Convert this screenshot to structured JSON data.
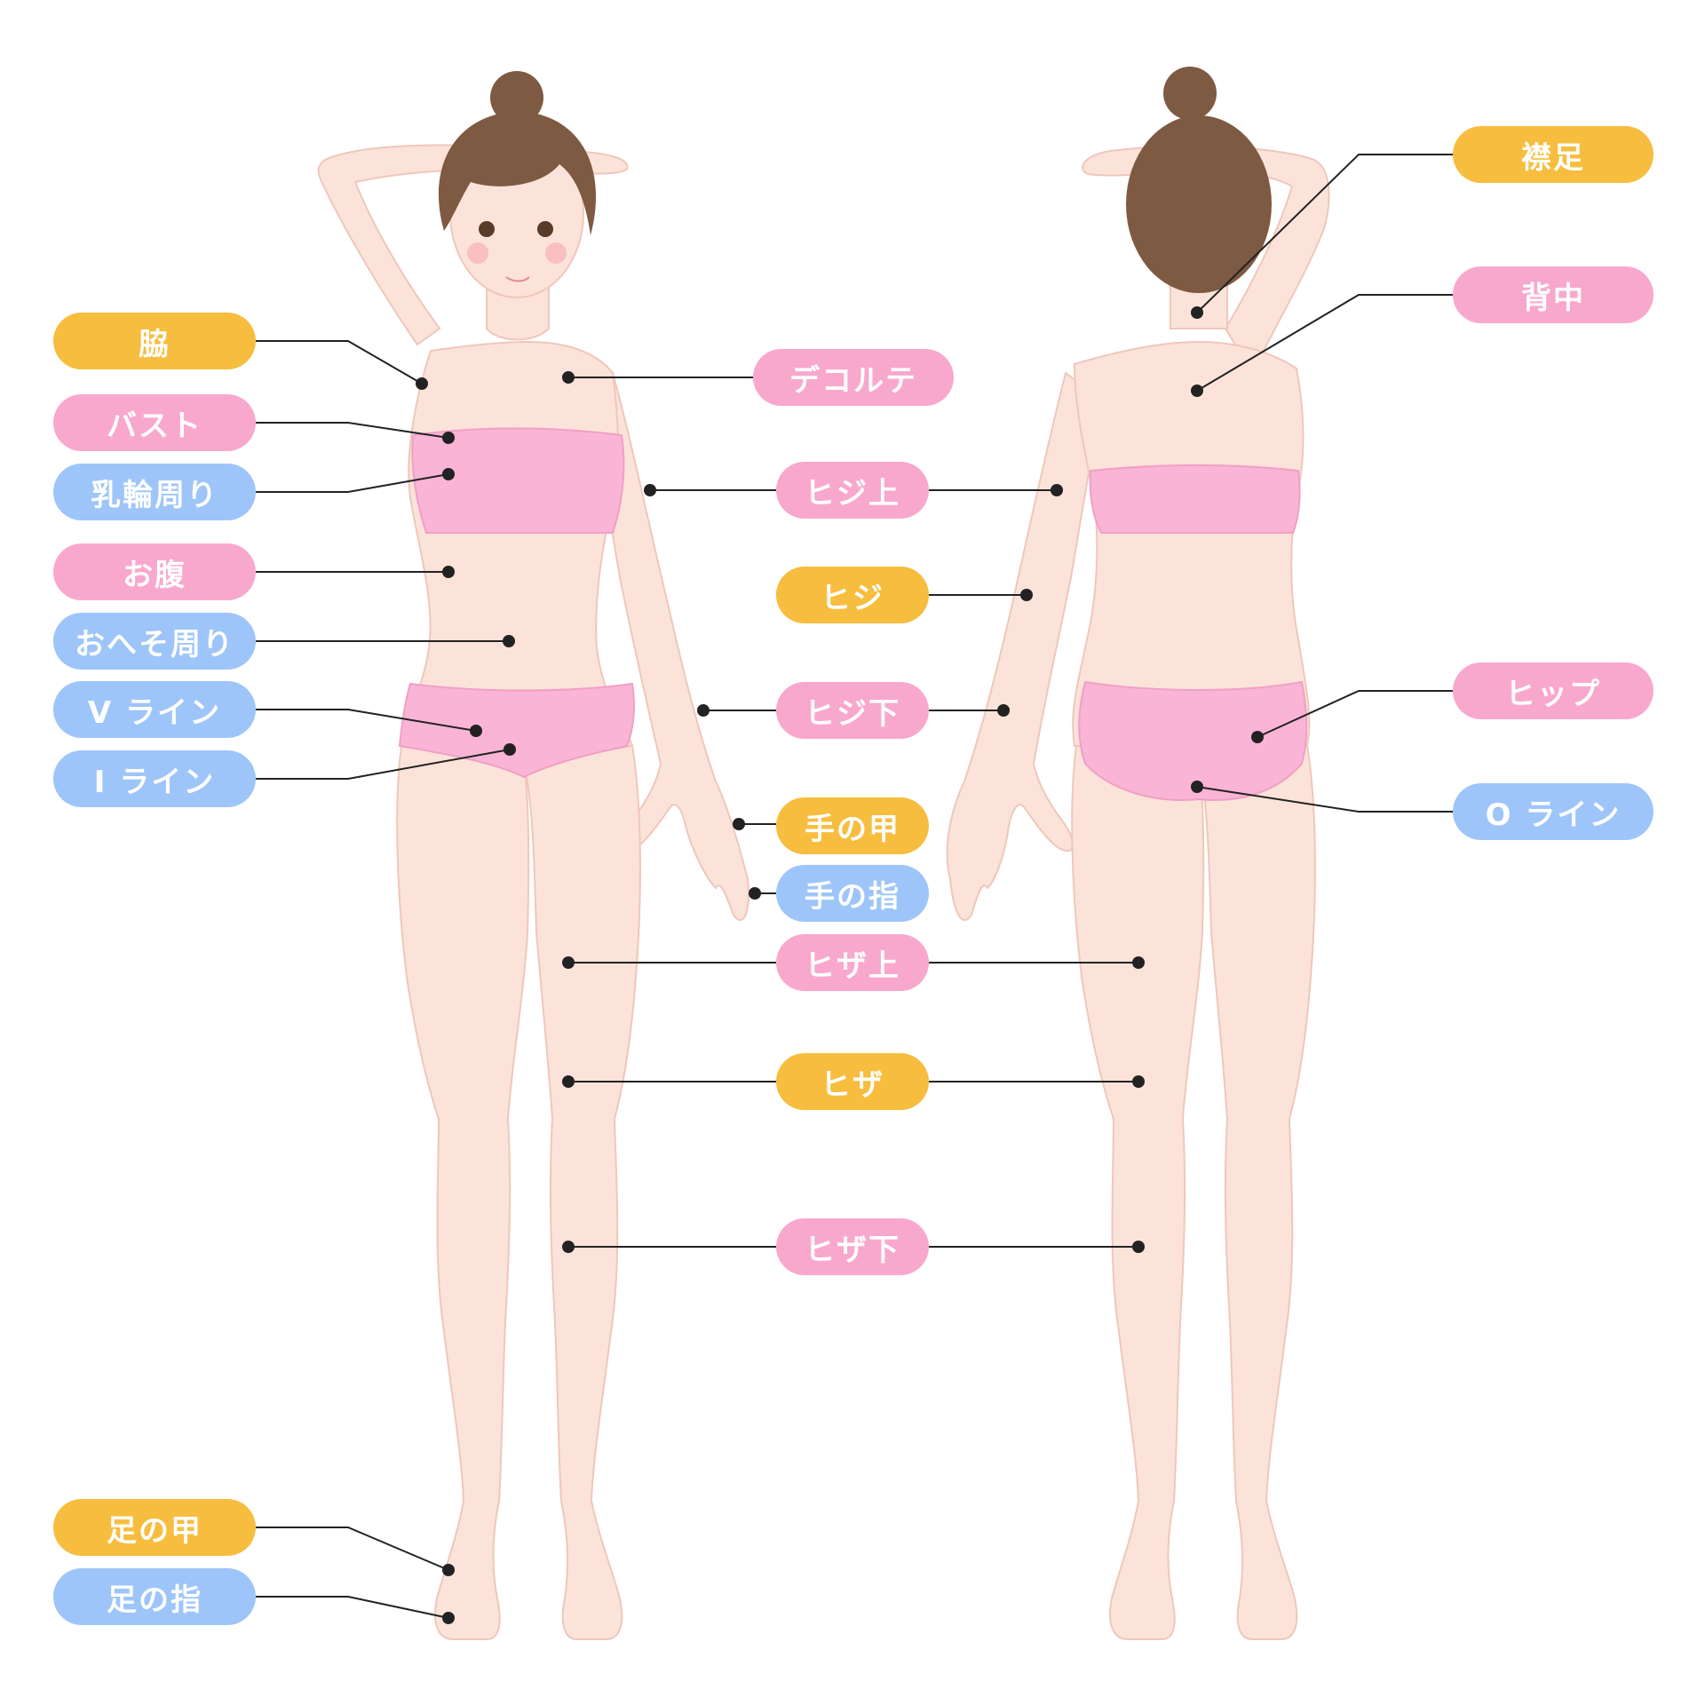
{
  "colors": {
    "orange": "#F7BD3E",
    "pink": "#F9A8CD",
    "blue": "#9EC5F9",
    "skin": "#FCE3DA",
    "skin_edge": "#EFC7BA",
    "underwear": "#FAB4D6",
    "hair": "#7E5A43",
    "leader": "#222222"
  },
  "labels": {
    "waki": "脇",
    "bust": "バスト",
    "nyurin": "乳輪周り",
    "onaka": "お腹",
    "oheso": "おへそ周り",
    "vline": "V ライン",
    "iline": "I ライン",
    "ashi_no_ko": "足の甲",
    "ashi_no_yubi": "足の指",
    "decollete": "デコルテ",
    "hiji_ue": "ヒジ上",
    "hiji": "ヒジ",
    "hiji_shita": "ヒジ下",
    "te_no_ko": "手の甲",
    "te_no_yubi": "手の指",
    "hiza_ue": "ヒザ上",
    "hiza": "ヒザ",
    "hiza_shita": "ヒザ下",
    "eriashi": "襟足",
    "senaka": "背中",
    "hip": "ヒップ",
    "oline": "O ライン"
  }
}
